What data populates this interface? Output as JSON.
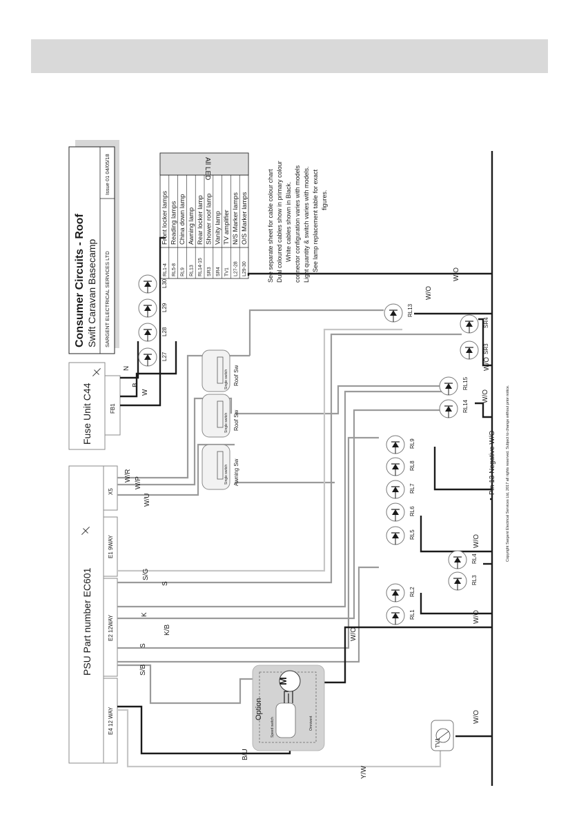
{
  "title_block": {
    "title": "Consumer Circuits - Roof",
    "subtitle": "Swift Caravan Basecamp",
    "company": "SARGENT ELECTRICAL SERVICES LTD",
    "issue": "Issue 01  04/05/18"
  },
  "lamp_table": {
    "note": "All LED",
    "rows": [
      {
        "code": "RL1-4",
        "desc": "Front locker lamps"
      },
      {
        "code": "RL5-8",
        "desc": "Reading lamps"
      },
      {
        "code": "RL9",
        "desc": "China down lamp"
      },
      {
        "code": "RL13",
        "desc": "Awning lamp"
      },
      {
        "code": "RL14-15",
        "desc": "Rear locker lamp"
      },
      {
        "code": "SR3",
        "desc": "Shower roof lamp"
      },
      {
        "code": "SR4",
        "desc": "Vanity lamp"
      },
      {
        "code": "TV1",
        "desc": "TV amplifier"
      },
      {
        "code": "L27-28",
        "desc": "N/S Marker lamps"
      },
      {
        "code": "L29-30",
        "desc": "O/S Marker lamps"
      }
    ]
  },
  "notes": [
    "See separate sheet for cable colour chart",
    "Dual coloured cables show in primary colour",
    "White cables shown in Black.",
    "connector configuration varies with models",
    "Light quantity & switch varies with models.",
    "See lamp replacement table for exact",
    "figures."
  ],
  "fuse_unit": {
    "label": "Fuse Unit C44",
    "fb": "FB1"
  },
  "psu": {
    "label": "PSU Part number EC601",
    "x5": "X5",
    "e1": "E1 9WAY",
    "e2": "E2 12WAY",
    "e4": "E4 12 WAY"
  },
  "wires": {
    "N": "N",
    "B": "B",
    "W": "W",
    "WR": "W/R",
    "WP": "W/P",
    "WU": "W/U",
    "SG": "S/G",
    "S1": "S",
    "K": "K",
    "KB": "K/B",
    "S2": "S",
    "SB": "S/B",
    "BU": "B/U",
    "YW": "Y/W",
    "WO": "W/O"
  },
  "switches": {
    "single": "Single switch",
    "awning": "Awning Sw",
    "roof1": "Roof Sw",
    "roof2": "Roof Sw"
  },
  "lamps": [
    "L27",
    "L28",
    "L29",
    "L30",
    "RL1",
    "RL2",
    "RL3",
    "RL4",
    "RL5",
    "RL6",
    "RL7",
    "RL8",
    "RL9",
    "RL13",
    "RL14",
    "RL15",
    "SR3",
    "SR4"
  ],
  "pin13": "Pin 13 Negative  W/O",
  "option": {
    "label": "Option",
    "speed": "Speed switch",
    "omnivent": "Omnivent",
    "motor": "M"
  },
  "tv": "TV1",
  "copyright": "Copyright Sargent Electrical Services Ltd, 2017 all rights reserved.  Subject to change without prior notice."
}
